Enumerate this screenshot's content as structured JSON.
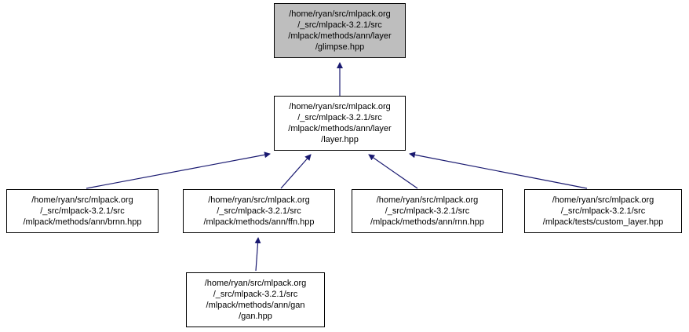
{
  "diagram": {
    "type": "include-dependency-graph",
    "nodes": {
      "glimpse": {
        "selected": true,
        "lines": [
          "/home/ryan/src/mlpack.org",
          "/_src/mlpack-3.2.1/src",
          "/mlpack/methods/ann/layer",
          "/glimpse.hpp"
        ]
      },
      "layer": {
        "selected": false,
        "lines": [
          "/home/ryan/src/mlpack.org",
          "/_src/mlpack-3.2.1/src",
          "/mlpack/methods/ann/layer",
          "/layer.hpp"
        ]
      },
      "brnn": {
        "selected": false,
        "lines": [
          "/home/ryan/src/mlpack.org",
          "/_src/mlpack-3.2.1/src",
          "/mlpack/methods/ann/brnn.hpp"
        ]
      },
      "ffn": {
        "selected": false,
        "lines": [
          "/home/ryan/src/mlpack.org",
          "/_src/mlpack-3.2.1/src",
          "/mlpack/methods/ann/ffn.hpp"
        ]
      },
      "rnn": {
        "selected": false,
        "lines": [
          "/home/ryan/src/mlpack.org",
          "/_src/mlpack-3.2.1/src",
          "/mlpack/methods/ann/rnn.hpp"
        ]
      },
      "custom_layer": {
        "selected": false,
        "lines": [
          "/home/ryan/src/mlpack.org",
          "/_src/mlpack-3.2.1/src",
          "/mlpack/tests/custom_layer.hpp"
        ]
      },
      "gan": {
        "selected": false,
        "lines": [
          "/home/ryan/src/mlpack.org",
          "/_src/mlpack-3.2.1/src",
          "/mlpack/methods/ann/gan",
          "/gan.hpp"
        ]
      }
    },
    "edges": [
      {
        "from": "layer",
        "to": "glimpse"
      },
      {
        "from": "brnn",
        "to": "layer"
      },
      {
        "from": "ffn",
        "to": "layer"
      },
      {
        "from": "rnn",
        "to": "layer"
      },
      {
        "from": "custom_layer",
        "to": "layer"
      },
      {
        "from": "gan",
        "to": "ffn"
      }
    ]
  },
  "colors": {
    "selected_node_fill": "#bebebe",
    "node_fill": "#ffffff",
    "node_border": "#000000",
    "arrow": "#191970",
    "background": "#ffffff"
  }
}
